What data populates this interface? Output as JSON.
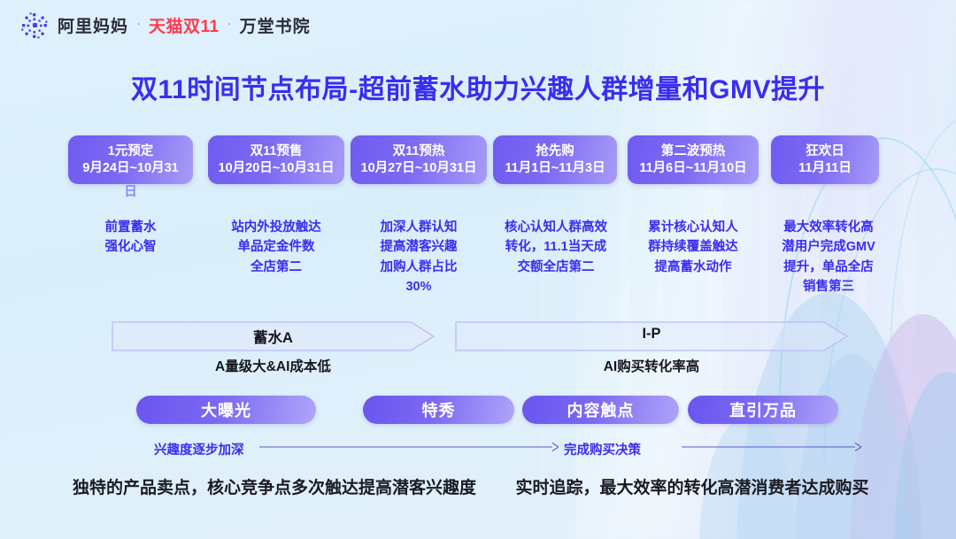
{
  "brand": {
    "logo_icon": "alimama-burst-icon",
    "name": "阿里妈妈",
    "sep1": "·",
    "tmall": "天猫双11",
    "sep2": "·",
    "school": "万堂书院"
  },
  "title": "双11时间节点布局-超前蓄水助力兴趣人群增量和GMV提升",
  "phases": [
    {
      "name": "1元预定",
      "dates": "9月24日~10月31",
      "dates_overflow": "日",
      "desc": "前置蓄水\n强化心智"
    },
    {
      "name": "双11预售",
      "dates": "10月20日~10月31日",
      "dates_overflow": "",
      "desc": "站内外投放触达\n单品定金件数\n全店第二"
    },
    {
      "name": "双11预热",
      "dates": "10月27日~10月31日",
      "dates_overflow": "",
      "desc": "加深人群认知\n提高潜客兴趣\n加购人群占比\n30%"
    },
    {
      "name": "抢先购",
      "dates": "11月1日~11月3日",
      "dates_overflow": "",
      "desc": "核心认知人群高效\n转化，11.1当天成\n交额全店第二"
    },
    {
      "name": "第二波预热",
      "dates": "11月6日~11月10日",
      "dates_overflow": "",
      "desc": "累计核心认知人\n群持续覆盖触达\n提高蓄水动作"
    },
    {
      "name": "狂欢日",
      "dates": "11月11日",
      "dates_overflow": "",
      "desc": "最大效率转化高\n潜用户完成GMV\n提升，单品全店\n销售第三"
    }
  ],
  "stages": [
    {
      "label": "蓄水A",
      "sub": "A量级大&AI成本低"
    },
    {
      "label": "I-P",
      "sub": "AI购买转化率高"
    }
  ],
  "products": [
    {
      "label": "大曝光"
    },
    {
      "label": "特秀"
    },
    {
      "label": "内容触点"
    },
    {
      "label": "直引万品"
    }
  ],
  "flow": {
    "caption_left": "兴趣度逐步加深",
    "caption_right": "完成购买决策"
  },
  "summaries": [
    "独特的产品卖点，核心竞争点多次触达提高潜客兴趣度",
    "实时追踪，最大效率的转化高潜消费者达成购买"
  ],
  "colors": {
    "accent_purple": "#3a2df0",
    "chip_gradient_start": "#6f5bf0",
    "chip_gradient_end": "#a79bf7",
    "tmall_red": "#ff3b4e",
    "background": "#dbf0fb",
    "text_dark": "#1a1a22"
  }
}
